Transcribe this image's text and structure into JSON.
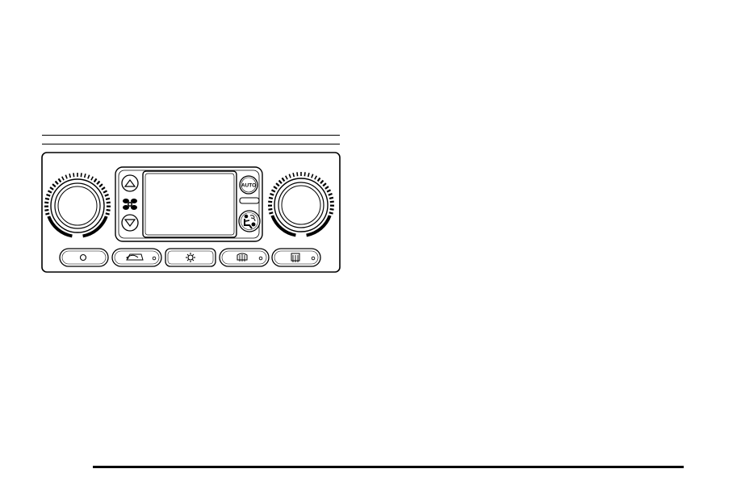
{
  "panel": {
    "auto_label": "AUTO"
  },
  "controls": {
    "left_knob": "driver-temperature-knob",
    "right_knob": "passenger-temperature-knob",
    "display": "climate-display",
    "buttons_top_left": [
      "fan-up-icon",
      "fan-icon",
      "fan-down-icon"
    ],
    "buttons_right": [
      "auto-button",
      "air-delivery-mode-button"
    ],
    "buttons_bottom": [
      "off-icon",
      "recirculation-icon",
      "air-conditioning-icon",
      "front-defrost-icon",
      "rear-defrost-icon"
    ]
  }
}
